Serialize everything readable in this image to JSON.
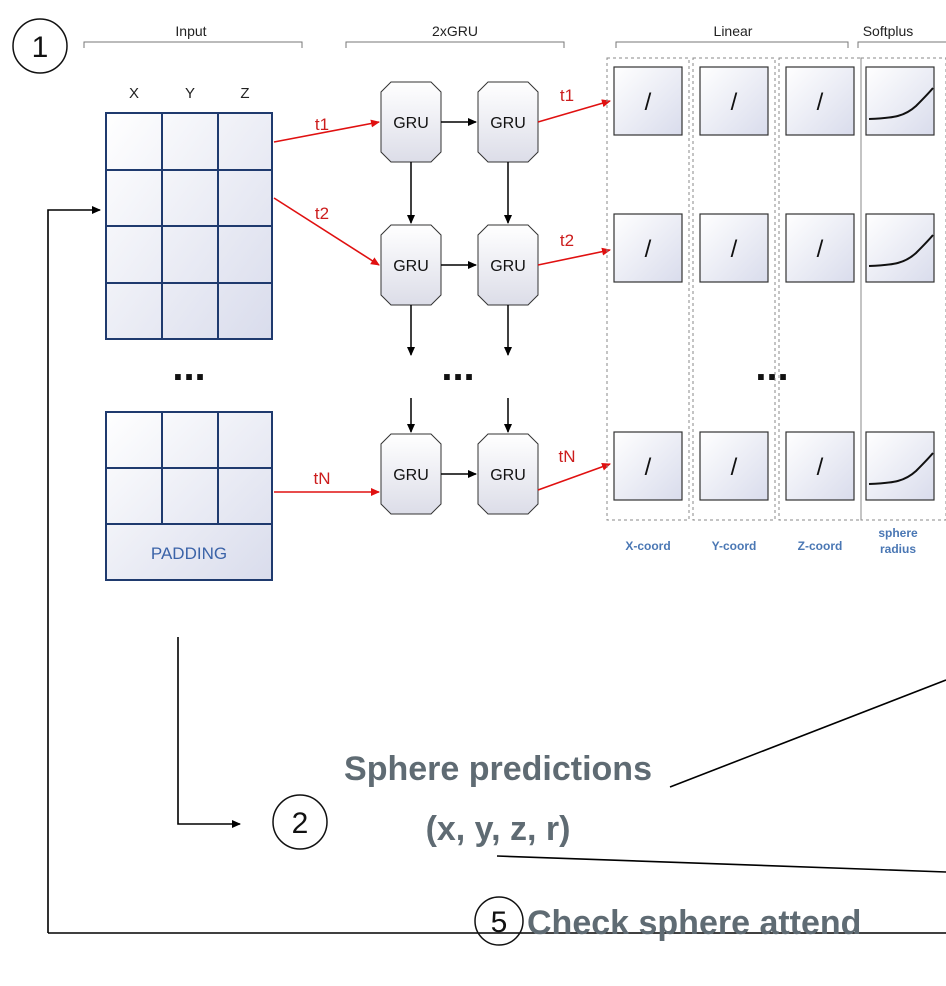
{
  "headers": {
    "input": "Input",
    "gru": "2xGRU",
    "linear": "Linear",
    "softplus": "Softplus"
  },
  "step_numbers": {
    "one": "1",
    "two": "2",
    "five": "5"
  },
  "input_columns": [
    "X",
    "Y",
    "Z"
  ],
  "padding_label": "PADDING",
  "gru_label": "GRU",
  "time_labels": {
    "t1": "t1",
    "t2": "t2",
    "tN": "tN"
  },
  "ellipsis": "...",
  "output_labels": {
    "x": "X-coord",
    "y": "Y-coord",
    "z": "Z-coord",
    "r_line1": "sphere",
    "r_line2": "radius"
  },
  "linear_glyph": "/",
  "predictions": {
    "line1": "Sphere predictions",
    "line2": "(x, y, z, r)"
  },
  "check_text": "Check sphere attend",
  "colors": {
    "grid_border": "#1f3a6e",
    "arrow_red": "#e01010",
    "output_blue": "#4a77b4",
    "title_gray": "#5f6b73"
  }
}
